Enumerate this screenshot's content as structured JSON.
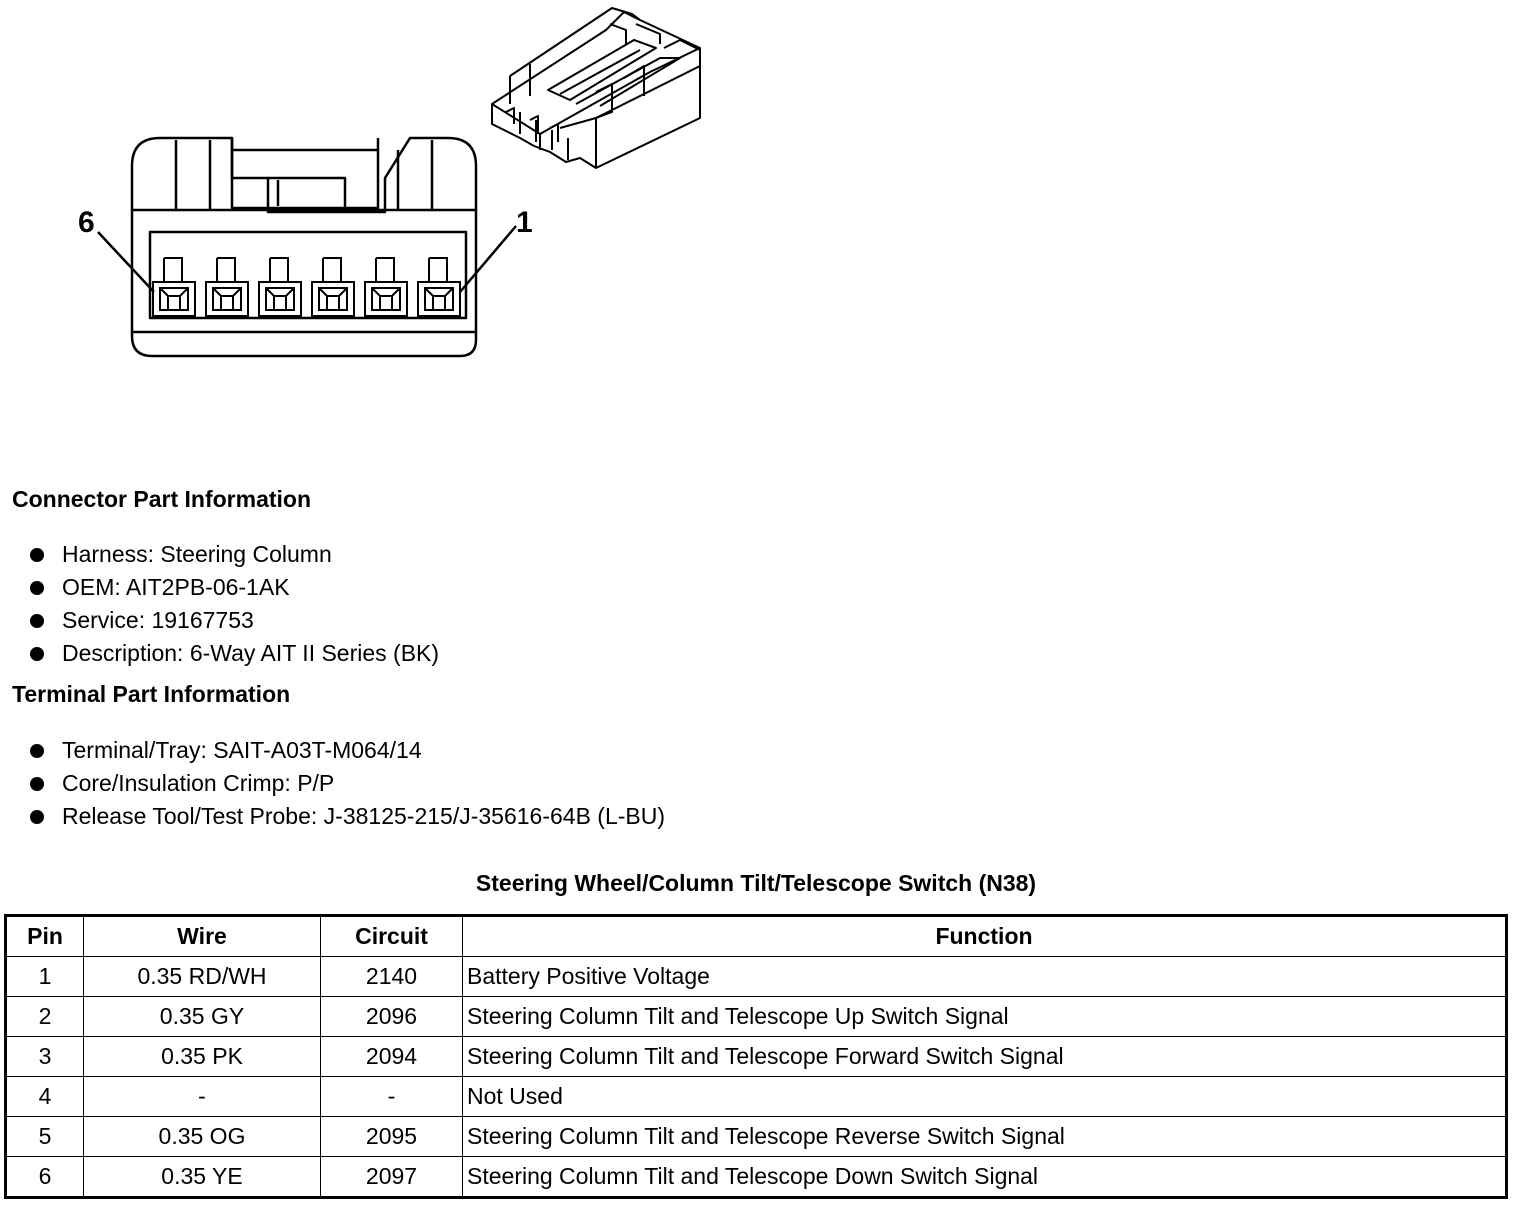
{
  "diagram": {
    "pin_label_left": "6",
    "pin_label_right": "1"
  },
  "connector_info": {
    "heading": "Connector Part Information",
    "items": [
      "Harness: Steering Column",
      "OEM: AIT2PB-06-1AK",
      "Service: 19167753",
      "Description: 6-Way AIT II Series (BK)"
    ]
  },
  "terminal_info": {
    "heading": "Terminal Part Information",
    "items": [
      "Terminal/Tray: SAIT-A03T-M064/14",
      "Core/Insulation Crimp: P/P",
      "Release Tool/Test Probe: J-38125-215/J-35616-64B (L-BU)"
    ]
  },
  "table": {
    "title": "Steering Wheel/Column Tilt/Telescope Switch (N38)",
    "headers": [
      "Pin",
      "Wire",
      "Circuit",
      "Function"
    ],
    "rows": [
      [
        "1",
        "0.35 RD/WH",
        "2140",
        "Battery Positive Voltage"
      ],
      [
        "2",
        "0.35 GY",
        "2096",
        "Steering Column Tilt and Telescope Up Switch Signal"
      ],
      [
        "3",
        "0.35 PK",
        "2094",
        "Steering Column Tilt and Telescope Forward Switch Signal"
      ],
      [
        "4",
        "-",
        "-",
        "Not Used"
      ],
      [
        "5",
        "0.35 OG",
        "2095",
        "Steering Column Tilt and Telescope Reverse Switch Signal"
      ],
      [
        "6",
        "0.35 YE",
        "2097",
        "Steering Column Tilt and Telescope Down Switch Signal"
      ]
    ]
  }
}
